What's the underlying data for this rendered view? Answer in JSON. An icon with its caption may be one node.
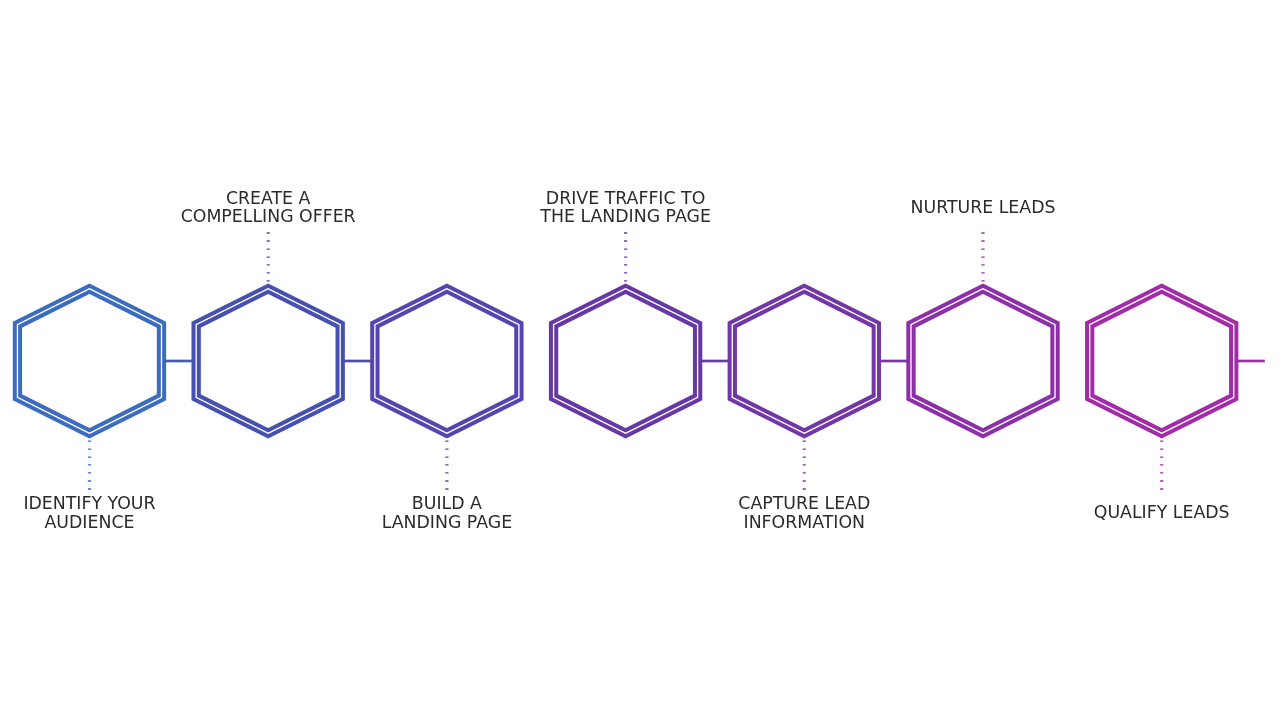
{
  "diagram": {
    "nodes": [
      {
        "text": [],
        "shape": "hexagon"
      },
      {
        "text": [],
        "shape": "hexagon"
      },
      {
        "text": [],
        "shape": "hexagon"
      },
      {
        "text": [],
        "shape": "hexagon"
      },
      {
        "text": [],
        "shape": "hexagon"
      },
      {
        "text": [],
        "shape": "hexagon"
      },
      {
        "text": [],
        "shape": "hexagon"
      },
      {
        "text": [
          "IDENTIFY YOUR AUDIENCE"
        ]
      },
      {
        "text": [
          "CREATE A COMPELLING OFFER"
        ]
      },
      {
        "text": [
          "BUILD A LANDING PAGE"
        ]
      },
      {
        "text": [
          "DRIVE TRAFFIC TO THE LANDING PAGE"
        ]
      },
      {
        "text": [
          "CAPTURE LEAD INFORMATION"
        ]
      },
      {
        "text": [
          "NURTURE LEADS"
        ]
      },
      {
        "text": [
          "QUALIFY LEADS"
        ]
      }
    ],
    "edges": [
      {
        "from": 0,
        "to": 1,
        "arrow": "none",
        "color": "#3f5cb8"
      },
      {
        "from": 1,
        "to": 2,
        "arrow": "none",
        "color": "#4b4cb0"
      },
      {
        "from": 3,
        "to": 4,
        "arrow": "none",
        "color": "#6b3aa8"
      },
      {
        "from": 4,
        "to": 5,
        "arrow": "none",
        "color": "#7c34a8"
      },
      {
        "from": 6,
        "to": null,
        "arrow": "none",
        "color": "#a52aa8"
      },
      {
        "from": 7,
        "to": 0,
        "arrow": "none",
        "style": "dashed",
        "color": "#3a6bc0"
      },
      {
        "from": 8,
        "to": 1,
        "arrow": "none",
        "style": "dashed",
        "color": "#4a50b4"
      },
      {
        "from": 9,
        "to": 2,
        "arrow": "none",
        "style": "dashed",
        "color": "#5945b0"
      },
      {
        "from": 10,
        "to": 3,
        "arrow": "none",
        "style": "dashed",
        "color": "#6a3caa"
      },
      {
        "from": 11,
        "to": 4,
        "arrow": "none",
        "style": "dashed",
        "color": "#7538a8"
      },
      {
        "from": 12,
        "to": 5,
        "arrow": "none",
        "style": "dashed",
        "color": "#8a30aa"
      },
      {
        "from": 13,
        "to": 6,
        "arrow": "none",
        "style": "dashed",
        "color": "#a02aa8"
      }
    ]
  }
}
